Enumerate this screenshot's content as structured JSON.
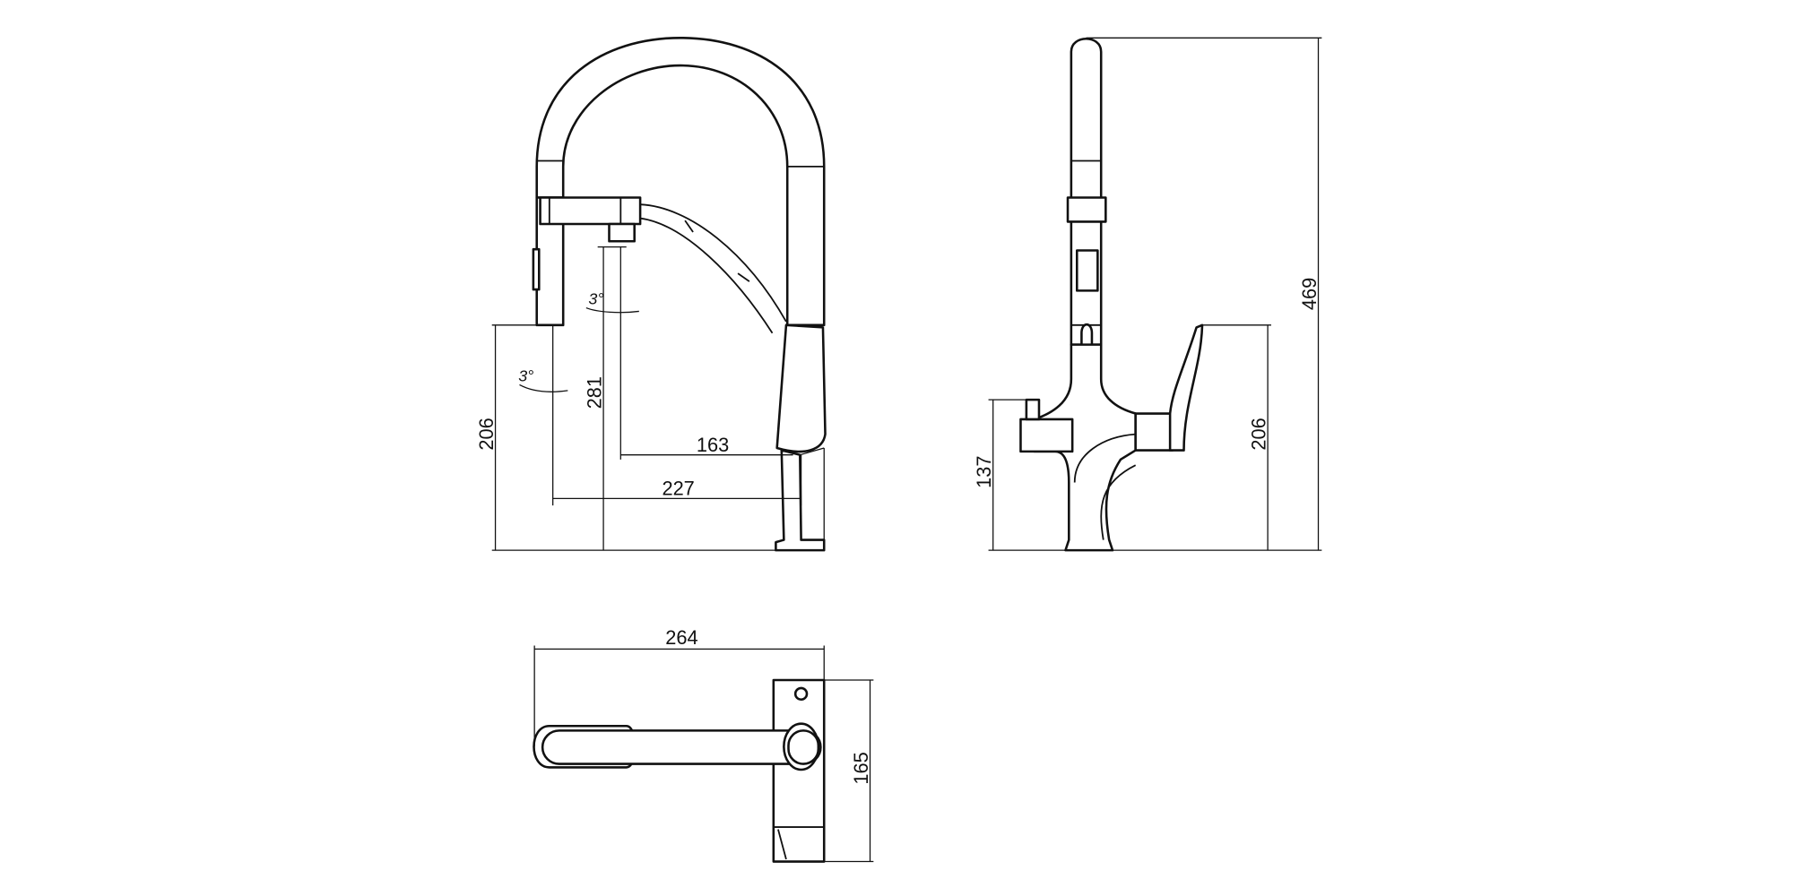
{
  "title": "Kitchen faucet with pull-out spray — dimensional drawing",
  "side_view": {
    "height_spout": "206",
    "height_spray": "281",
    "reach_spray": "163",
    "reach_spout": "227",
    "angle_1": "3°",
    "angle_2": "3°"
  },
  "front_view": {
    "handle_height": "137",
    "lever_height": "206",
    "total_height": "469"
  },
  "top_view": {
    "length": "264",
    "depth": "165"
  }
}
